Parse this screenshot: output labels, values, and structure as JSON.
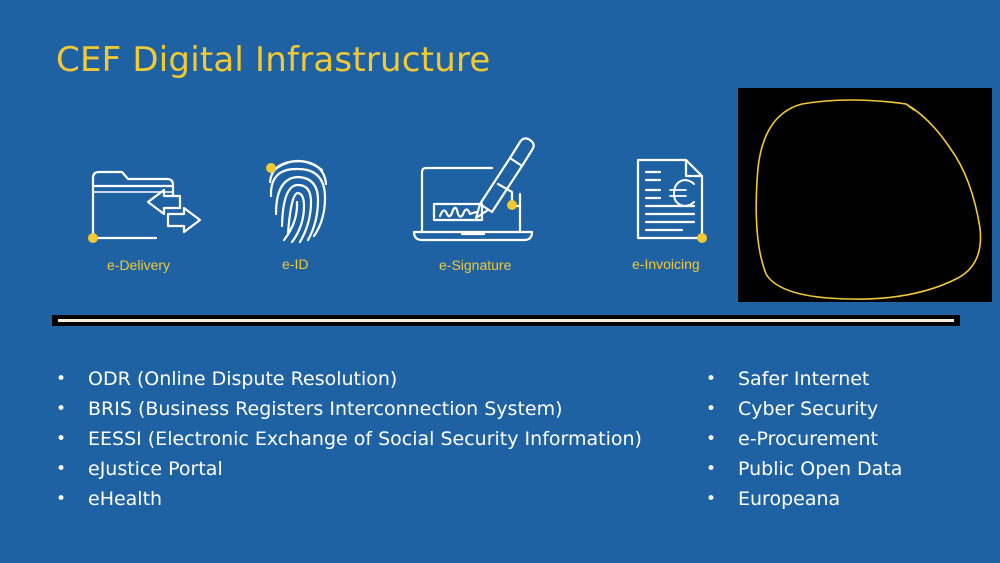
{
  "title": "CEF Digital Infrastructure",
  "icons": [
    {
      "label": "e-Delivery",
      "icon": "folder-exchange-icon"
    },
    {
      "label": "e-ID",
      "icon": "fingerprint-icon"
    },
    {
      "label": "e-Signature",
      "icon": "laptop-signature-icon"
    },
    {
      "label": "e-Invoicing",
      "icon": "euro-invoice-icon"
    }
  ],
  "left_list": [
    "ODR (Online Dispute Resolution)",
    "BRIS (Business Registers Interconnection System)",
    "EESSI (Electronic Exchange of Social Security Information)",
    "eJustice Portal",
    "eHealth"
  ],
  "right_list": [
    "Safer Internet",
    "Cyber Security",
    "e-Procurement",
    "Public Open Data",
    "Europeana"
  ],
  "bullet": "•",
  "colors": {
    "background": "#1f62a3",
    "accent": "#f2c933",
    "text": "#ffffff",
    "icon_stroke": "#ffffff"
  }
}
